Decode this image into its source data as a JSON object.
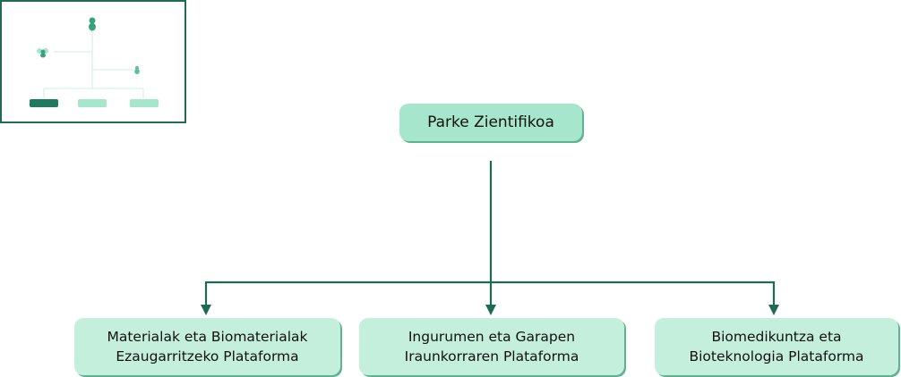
{
  "root": {
    "label": "Parke Zientifikoa"
  },
  "children": [
    {
      "line1": "Materialak eta Biomaterialak",
      "line2": "Ezaugarritzeko Plataforma"
    },
    {
      "line1": "Ingurumen eta Garapen",
      "line2": "Iraunkorraren Plataforma"
    },
    {
      "line1": "Biomedikuntza eta",
      "line2": "Bioteknologia Plataforma"
    }
  ],
  "colors": {
    "connector": "#1e6b55",
    "root_fill": "#a6e6cc",
    "child_fill": "#c5efdd"
  }
}
